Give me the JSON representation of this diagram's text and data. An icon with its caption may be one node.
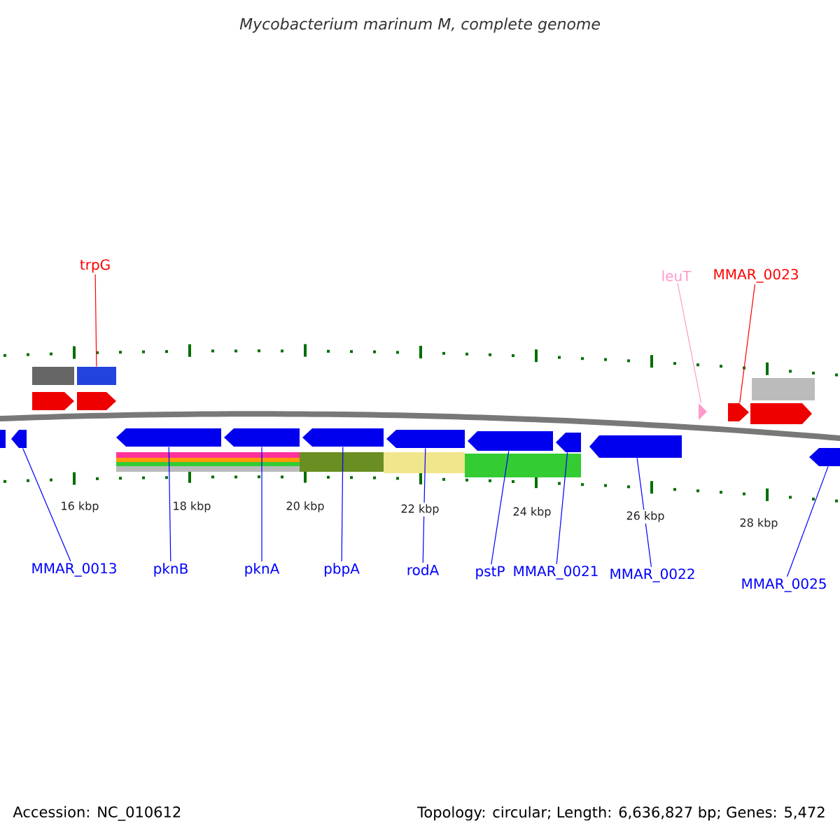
{
  "diagram": {
    "title": "Mycobacterium marinum M, complete genome",
    "nodes": [
      {
        "text": [
          "trpG"
        ]
      },
      {
        "text": [
          "leuT"
        ]
      },
      {
        "text": [
          "MMAR_0023"
        ]
      },
      {
        "text": [
          "MMAR_0013"
        ]
      },
      {
        "text": [
          "pknB"
        ]
      },
      {
        "text": [
          "pknA"
        ]
      },
      {
        "text": [
          "pbpA"
        ]
      },
      {
        "text": [
          "rodA"
        ]
      },
      {
        "text": [
          "pstP"
        ]
      },
      {
        "text": [
          "MMAR_0021"
        ]
      },
      {
        "text": [
          "MMAR_0022"
        ]
      },
      {
        "text": [
          "MMAR_0025"
        ]
      },
      {
        "text": [],
        "shape": "box"
      },
      {
        "text": [],
        "shape": "box"
      },
      {
        "text": [],
        "shape": "pentagon"
      },
      {
        "text": [],
        "shape": "pentagon"
      },
      {
        "text": [],
        "shape": "pentagon"
      },
      {
        "text": [],
        "shape": "pentagon"
      },
      {
        "text": [],
        "shape": "pentagon"
      },
      {
        "text": [],
        "shape": "pentagon"
      },
      {
        "text": [],
        "shape": "pentagon"
      },
      {
        "text": [],
        "shape": "pentagon"
      },
      {
        "text": [],
        "shape": "pentagon"
      },
      {
        "text": [],
        "shape": "pentagon"
      },
      {
        "text": [],
        "shape": "pentagon"
      },
      {
        "text": [],
        "shape": "triangle"
      },
      {
        "text": [],
        "shape": "pentagon"
      },
      {
        "text": [],
        "shape": "box"
      },
      {
        "text": [],
        "shape": "pentagon"
      },
      {
        "text": [],
        "shape": "pentagon"
      }
    ],
    "edges": [
      {
        "from": 0,
        "to": 13,
        "arrow": "none",
        "color": "#ff0000"
      },
      {
        "from": 1,
        "to": 25,
        "arrow": "none",
        "color": "#ff99cc"
      },
      {
        "from": 2,
        "to": 26,
        "arrow": "none",
        "color": "#ff0000"
      },
      {
        "from": 3,
        "to": 17,
        "arrow": "none"
      },
      {
        "from": 4,
        "to": 18,
        "arrow": "none"
      },
      {
        "from": 5,
        "to": 19,
        "arrow": "none"
      },
      {
        "from": 6,
        "to": 20,
        "arrow": "none"
      },
      {
        "from": 7,
        "to": 21,
        "arrow": "none"
      },
      {
        "from": 8,
        "to": 22,
        "arrow": "none"
      },
      {
        "from": 9,
        "to": 23,
        "arrow": "none"
      },
      {
        "from": 10,
        "to": 24,
        "arrow": "none"
      },
      {
        "from": 11,
        "to": 29,
        "arrow": "none"
      }
    ],
    "labels": [
      "16 kbp",
      "18 kbp",
      "20 kbp",
      "22 kbp",
      "24 kbp",
      "26 kbp",
      "28 kbp",
      "Accession: NC_010612",
      "Topology: circular; Length: 6,636,827 bp; Genes: 5,472"
    ]
  }
}
